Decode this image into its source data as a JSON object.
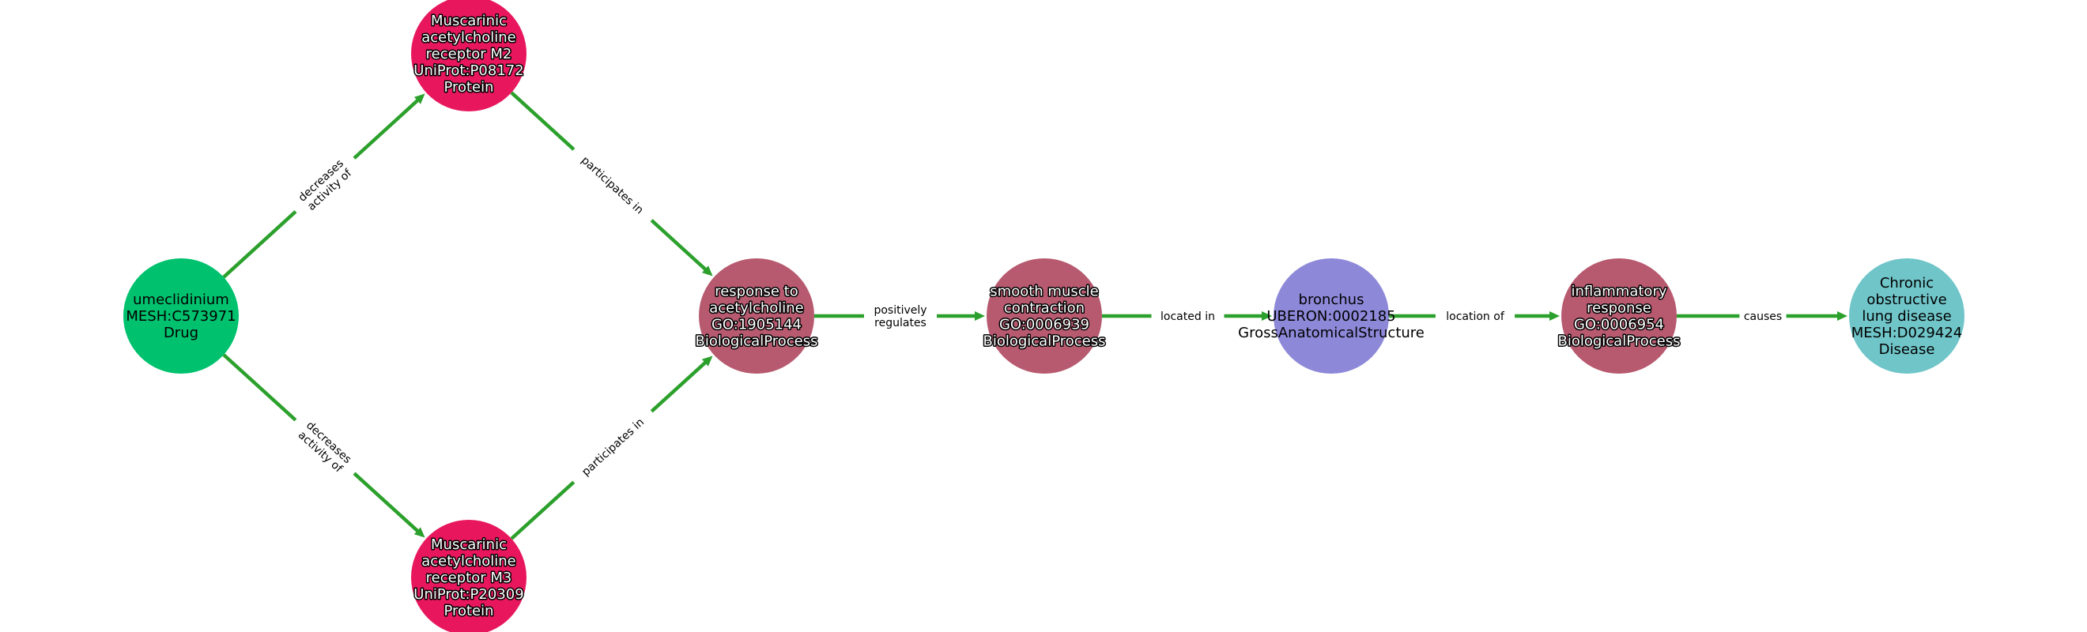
{
  "colors": {
    "edge": "#2ca02c",
    "Drug": "#00c16e",
    "Protein": "#e8175d",
    "BiologicalProcess": "#b75a70",
    "GrossAnatomicalStructure": "#8d88d8",
    "Disease": "#70c5c9"
  },
  "nodes": [
    {
      "id": "umeclidinium",
      "category": "Drug",
      "outlined": false,
      "lines": [
        "umeclidinium",
        "MESH:C573971",
        "Drug"
      ]
    },
    {
      "id": "m2",
      "category": "Protein",
      "outlined": true,
      "lines": [
        "Muscarinic",
        "acetylcholine",
        "receptor M2",
        "UniProt:P08172",
        "Protein"
      ]
    },
    {
      "id": "m3",
      "category": "Protein",
      "outlined": true,
      "lines": [
        "Muscarinic",
        "acetylcholine",
        "receptor M3",
        "UniProt:P20309",
        "Protein"
      ]
    },
    {
      "id": "resp_ach",
      "category": "BiologicalProcess",
      "outlined": true,
      "lines": [
        "response to",
        "acetylcholine",
        "GO:1905144",
        "BiologicalProcess"
      ]
    },
    {
      "id": "smooth",
      "category": "BiologicalProcess",
      "outlined": true,
      "lines": [
        "smooth muscle",
        "contraction",
        "GO:0006939",
        "BiologicalProcess"
      ]
    },
    {
      "id": "bronchus",
      "category": "GrossAnatomicalStructure",
      "outlined": false,
      "lines": [
        "bronchus",
        "UBERON:0002185",
        "GrossAnatomicalStructure"
      ]
    },
    {
      "id": "inflam",
      "category": "BiologicalProcess",
      "outlined": true,
      "lines": [
        "inflammatory",
        "response",
        "GO:0006954",
        "BiologicalProcess"
      ]
    },
    {
      "id": "copd",
      "category": "Disease",
      "outlined": false,
      "lines": [
        "Chronic",
        "obstructive",
        "lung disease",
        "MESH:D029424",
        "Disease"
      ]
    }
  ],
  "edges": [
    {
      "from": "umeclidinium",
      "to": "m2",
      "lines": [
        "decreases",
        "activity of"
      ]
    },
    {
      "from": "umeclidinium",
      "to": "m3",
      "lines": [
        "decreases",
        "activity of"
      ]
    },
    {
      "from": "m2",
      "to": "resp_ach",
      "lines": [
        "participates in"
      ]
    },
    {
      "from": "m3",
      "to": "resp_ach",
      "lines": [
        "participates in"
      ]
    },
    {
      "from": "resp_ach",
      "to": "smooth",
      "lines": [
        "positively",
        "regulates"
      ]
    },
    {
      "from": "smooth",
      "to": "bronchus",
      "lines": [
        "located in"
      ]
    },
    {
      "from": "bronchus",
      "to": "inflam",
      "lines": [
        "location of"
      ]
    },
    {
      "from": "inflam",
      "to": "copd",
      "lines": [
        "causes"
      ]
    }
  ]
}
